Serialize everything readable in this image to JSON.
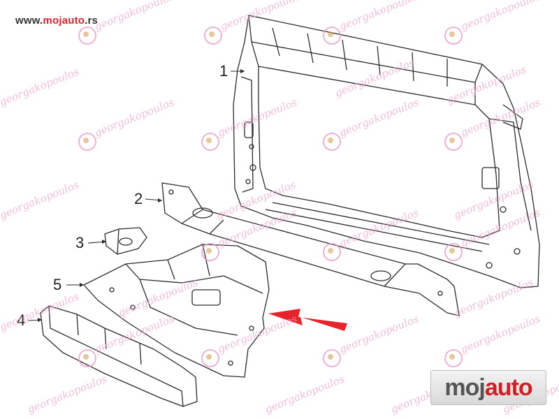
{
  "header": {
    "url_prefix": "www.",
    "url_brand": "mojauto",
    "url_suffix": ".rs"
  },
  "watermark": {
    "text": "georgakopoulos"
  },
  "callouts": [
    {
      "id": "1",
      "label": "1"
    },
    {
      "id": "2",
      "label": "2"
    },
    {
      "id": "3",
      "label": "3"
    },
    {
      "id": "4",
      "label": "4"
    },
    {
      "id": "5",
      "label": "5"
    }
  ],
  "logo": {
    "part_a": "moj",
    "part_b": "auto"
  },
  "colors": {
    "line": "#2b2b2b",
    "highlight_arrow": "#e5252b",
    "watermark": "#f0a7cc"
  }
}
